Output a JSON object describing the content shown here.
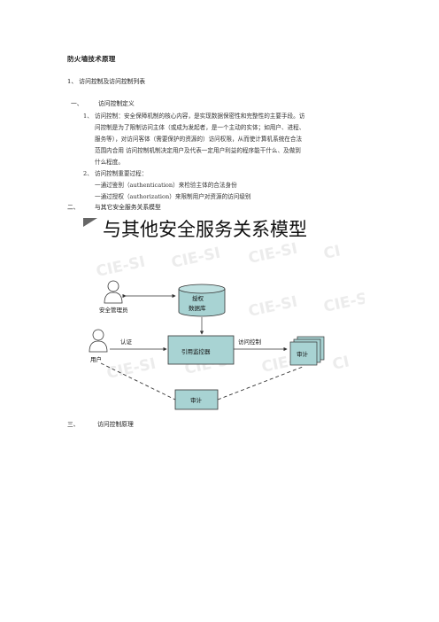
{
  "doc": {
    "title": "防火墙技术原理",
    "subtitle": "1、 访问控制及访问控制列表",
    "sec1": {
      "num": "一、",
      "title": "访问控制定义"
    },
    "item1": {
      "num": "1、",
      "lines": [
        "访问控制：安全保障机制的核心内容，是实现数据保密性和完整性的主要手段。访",
        "问控制是为了限制访问主体（或成为发起者，是一个主动的实体；如用户、进程、",
        "服务等），对访问客体（需要保护的资源的）访问权限，从而使计算机系统在合法",
        "范围内合用  访问控制机制决定用户及代表一定用户利益的程序能干什么、及做到",
        "什么程度。"
      ]
    },
    "item2": {
      "num": "2、",
      "title": "访问控制重要过程：",
      "bullets": [
        "一通过鉴别（authentication）来检验主体的合法身份",
        "一通过授权（authorization）来限制用户对资源的访问级别"
      ]
    },
    "sec2": {
      "num": "二、",
      "title": "与其它安全服务关系模型"
    },
    "sec3": {
      "num": "三、",
      "title": "访问控制原理"
    }
  },
  "diagram": {
    "title": "与其他安全服务关系模型",
    "watermark": "CIE-SI",
    "admin_label": "安全管理员",
    "user_label": "用户",
    "db_label_1": "授权",
    "db_label_2": "数据库",
    "authn_label": "认证",
    "monitor_label": "引用监控器",
    "access_label": "访问控制",
    "audit_label": "审计",
    "stack_label": "审计",
    "colors": {
      "box": "#a8d3d3",
      "stroke": "#333333",
      "watermark": "#ececec"
    }
  }
}
